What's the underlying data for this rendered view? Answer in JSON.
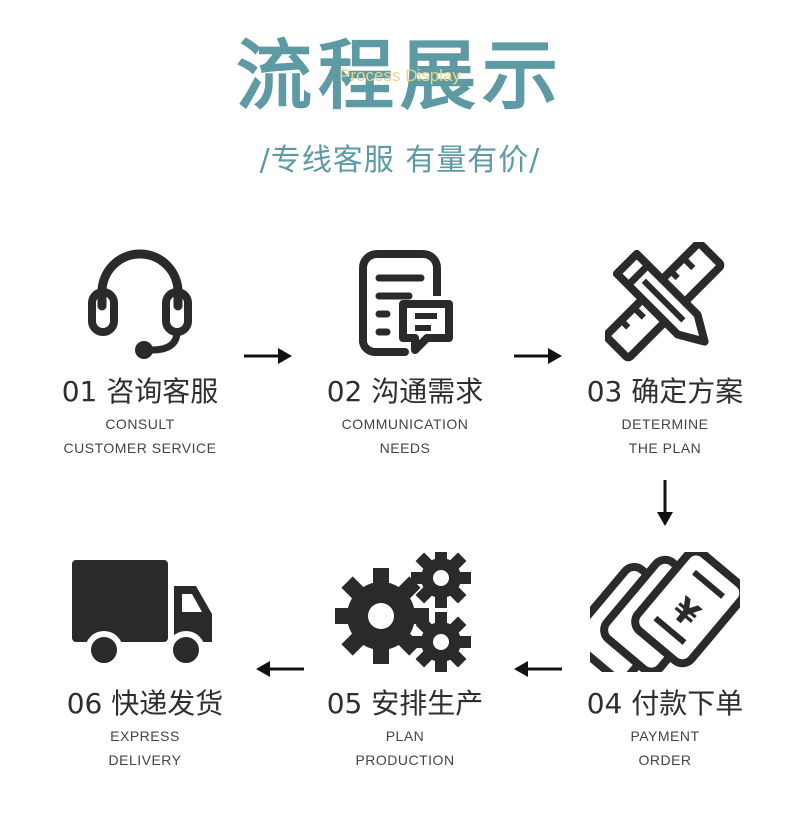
{
  "header": {
    "title": "流程展示",
    "overlay": "Process Display",
    "subtitle": "/专线客服 有量有价/"
  },
  "steps": [
    {
      "label": "01 咨询客服",
      "en1": "CONSULT",
      "en2": "CUSTOMER SERVICE",
      "icon": "headset-icon"
    },
    {
      "label": "02 沟通需求",
      "en1": "COMMUNICATION",
      "en2": "NEEDS",
      "icon": "chat-document-icon"
    },
    {
      "label": "03 确定方案",
      "en1": "DETERMINE",
      "en2": "THE PLAN",
      "icon": "ruler-pencil-icon"
    },
    {
      "label": "04 付款下单",
      "en1": "PAYMENT",
      "en2": "ORDER",
      "icon": "cards-yen-icon"
    },
    {
      "label": "05 安排生产",
      "en1": "PLAN",
      "en2": "PRODUCTION",
      "icon": "gears-icon"
    },
    {
      "label": "06 快递发货",
      "en1": "EXPRESS",
      "en2": "DELIVERY",
      "icon": "truck-icon"
    }
  ],
  "colors": {
    "accent": "#5e9aa4",
    "overlay": "#e6d48c",
    "icon": "#2a2a2a"
  }
}
